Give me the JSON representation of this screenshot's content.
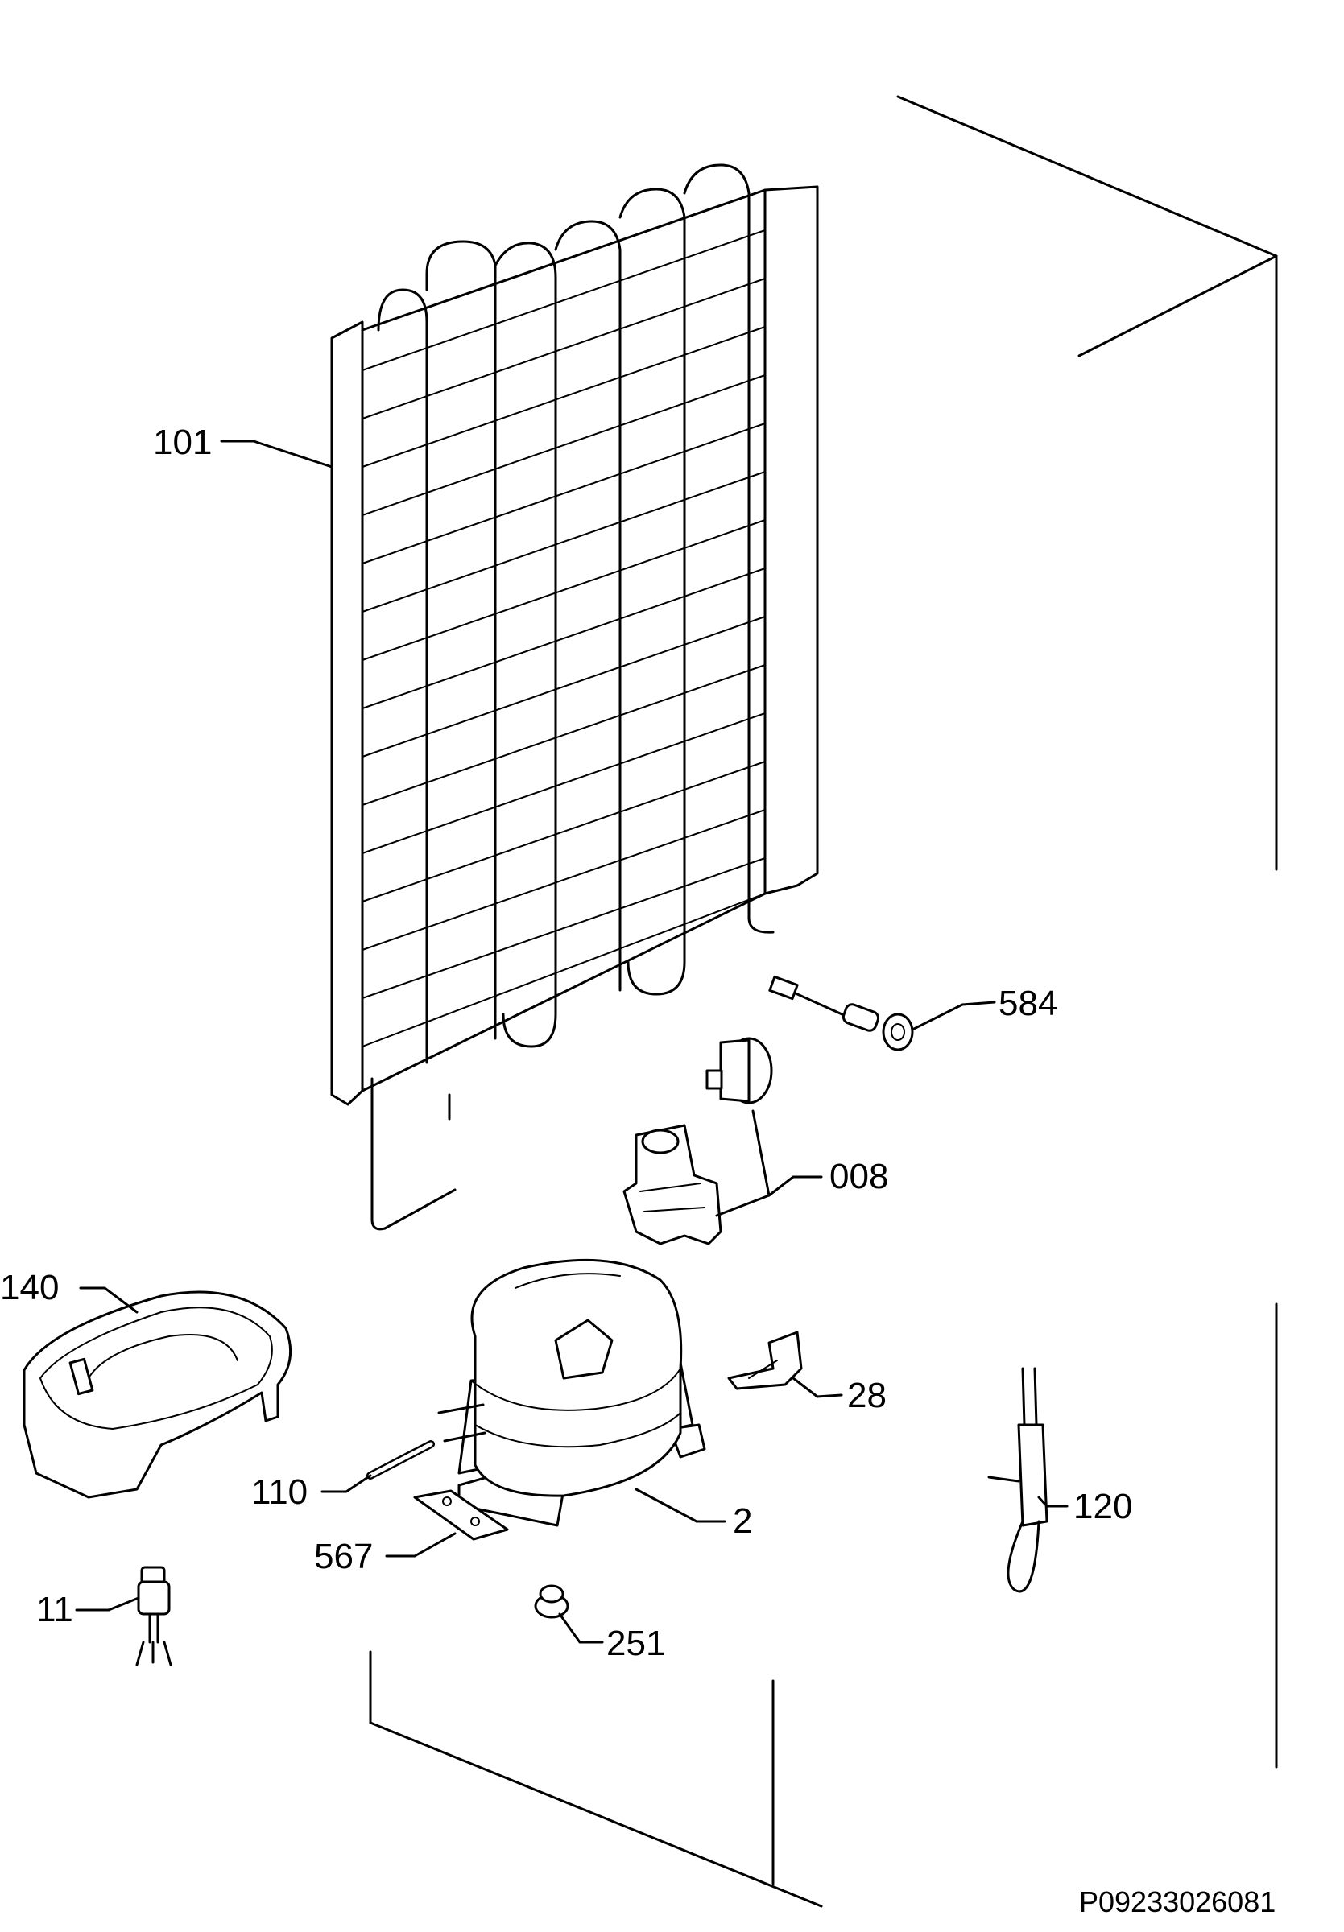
{
  "diagram": {
    "parts": [
      {
        "id": "101",
        "label": "101",
        "name": "condenser"
      },
      {
        "id": "584",
        "label": "584",
        "name": "overload-cable"
      },
      {
        "id": "008",
        "label": "008",
        "name": "relay-and-protector"
      },
      {
        "id": "140",
        "label": "140",
        "name": "drip-tray"
      },
      {
        "id": "28",
        "label": "28",
        "name": "clip"
      },
      {
        "id": "110",
        "label": "110",
        "name": "tube"
      },
      {
        "id": "2",
        "label": "2",
        "name": "compressor"
      },
      {
        "id": "120",
        "label": "120",
        "name": "filter-drier"
      },
      {
        "id": "567",
        "label": "567",
        "name": "mounting-plate"
      },
      {
        "id": "11",
        "label": "11",
        "name": "valve"
      },
      {
        "id": "251",
        "label": "251",
        "name": "grommet"
      }
    ],
    "drawing_code": "P09233026081"
  }
}
